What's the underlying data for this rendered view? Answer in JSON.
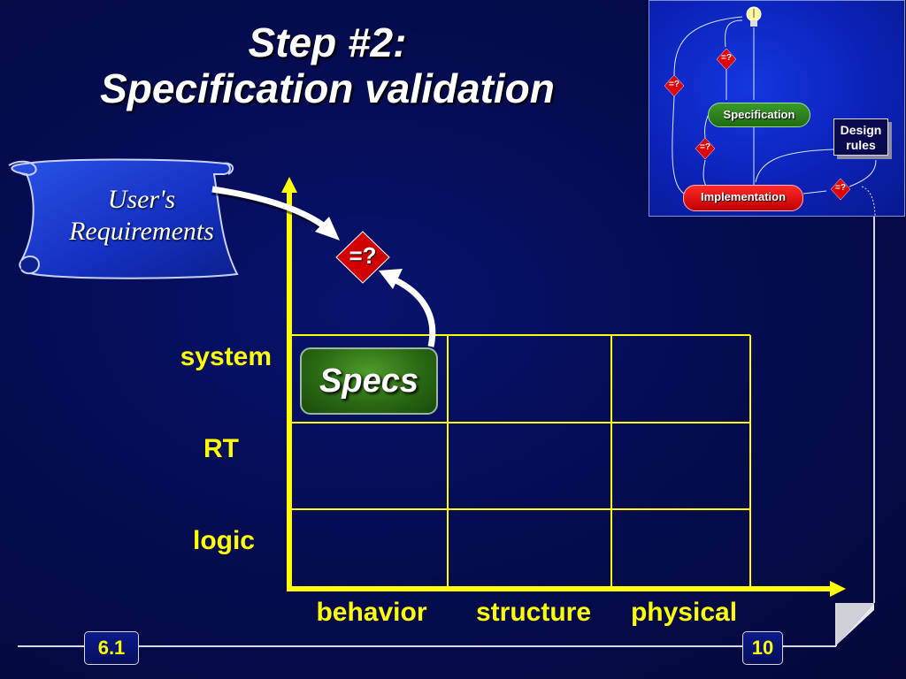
{
  "slide": {
    "title_line1": "Step #2:",
    "title_line2": "Specification validation"
  },
  "scroll": {
    "line1": "User's",
    "line2": "Requirements"
  },
  "comparison_symbol": "=?",
  "specs_label": "Specs",
  "grid": {
    "row_labels": [
      "system",
      "RT",
      "logic"
    ],
    "column_labels": [
      "behavior",
      "structure",
      "physical"
    ]
  },
  "inset": {
    "specification_label": "Specification",
    "implementation_label": "Implementation",
    "design_rules_line1": "Design",
    "design_rules_line2": "rules",
    "diamond_symbol": "=?"
  },
  "footer": {
    "section_number": "6.1",
    "page_number": "10"
  },
  "colors": {
    "background": "#050c52",
    "accent_yellow": "#ffff00",
    "diamond_red": "#d00000",
    "specs_green": "#2a6a14",
    "scroll_blue": "#1a3ad0"
  }
}
